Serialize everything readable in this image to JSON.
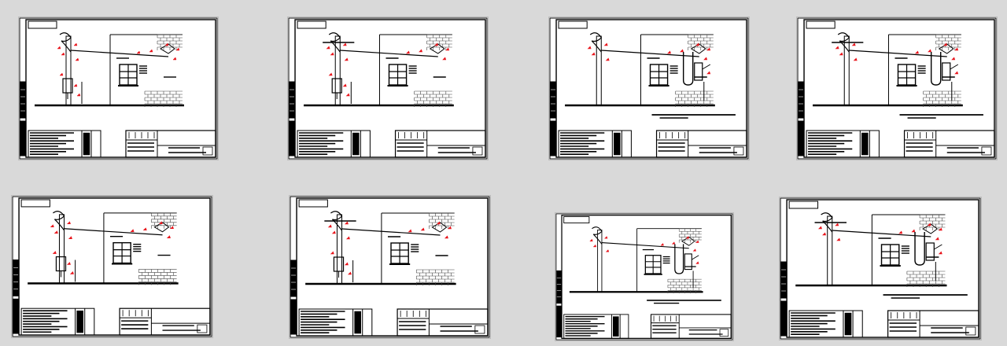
{
  "gallery": {
    "colors": {
      "background": "#d9d9d9",
      "sheet": "#ffffff",
      "ink": "#000000",
      "marker": "#e8141b",
      "brick": "#444444"
    },
    "sheets": [
      {
        "variant": "pole-transformer-bracket"
      },
      {
        "variant": "pole-crossarm-bracket"
      },
      {
        "variant": "pole-insulators-riser"
      },
      {
        "variant": "pole-crossarm-riser"
      },
      {
        "variant": "pole-transformer-bracket"
      },
      {
        "variant": "pole-crossarm-bracket"
      },
      {
        "variant": "pole-insulators-riser"
      },
      {
        "variant": "pole-crossarm-riser"
      }
    ]
  }
}
